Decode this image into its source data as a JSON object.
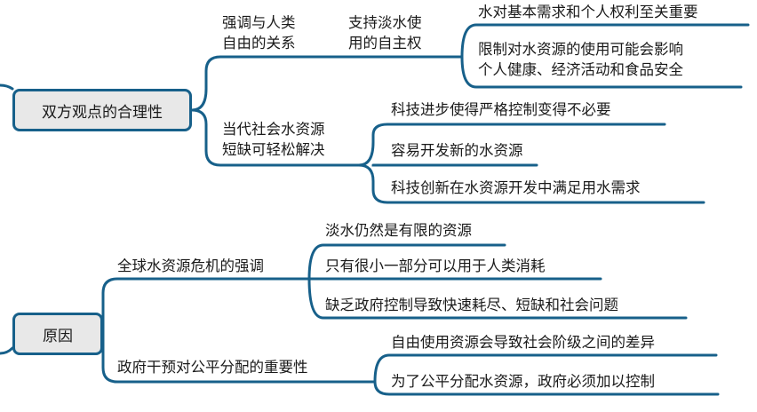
{
  "mindmap": {
    "topic1": {
      "label": "双方观点的合理性",
      "branch1": {
        "line1": "强调与人类",
        "line2": "自由的关系",
        "sub": {
          "line1": "支持淡水使",
          "line2": "用的自主权",
          "leaf1": "水对基本需求和个人权利至关重要",
          "leaf2_line1": "限制对水资源的使用可能会影响",
          "leaf2_line2": "个人健康、经济活动和食品安全"
        }
      },
      "branch2": {
        "line1": "当代社会水资源",
        "line2": "短缺可轻松解决",
        "leaves": [
          "科技进步使得严格控制变得不必要",
          "容易开发新的水资源",
          "科技创新在水资源开发中满足用水需求"
        ]
      }
    },
    "topic2": {
      "label": "原因",
      "branch1": {
        "label": "全球水资源危机的强调",
        "leaves": [
          "淡水仍然是有限的资源",
          "只有很小一部分可以用于人类消耗",
          "缺乏政府控制导致快速耗尽、短缺和社会问题"
        ]
      },
      "branch2": {
        "label": "政府干预对公平分配的重要性",
        "leaves": [
          "自由使用资源会导致社会阶级之间的差异",
          "为了公平分配水资源，政府必须加以控制"
        ]
      }
    }
  },
  "colors": {
    "line": "#17608a",
    "box_fill": "#e8e8e8"
  }
}
